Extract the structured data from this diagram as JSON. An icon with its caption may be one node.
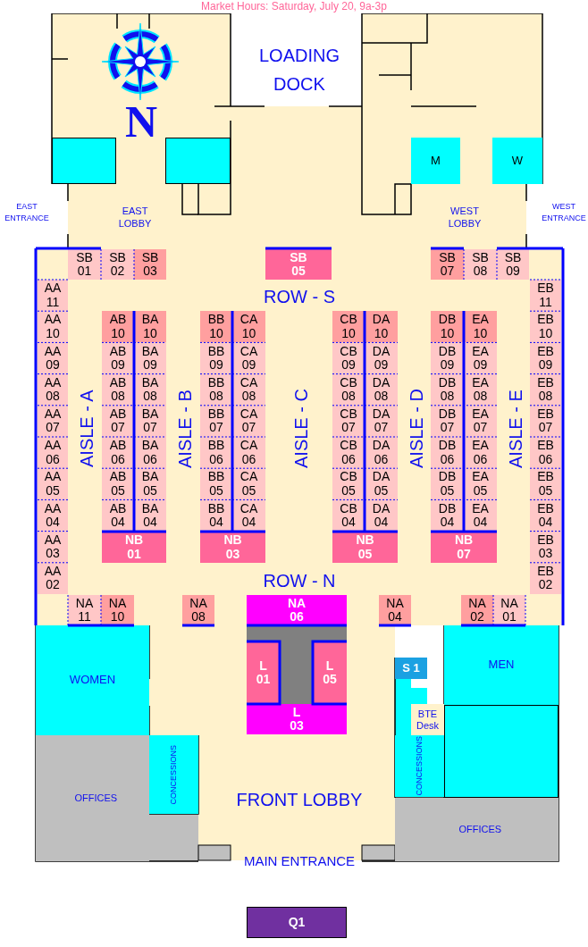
{
  "diagram": {
    "title": "Market Hours: Saturday, July 20, 9a-3p",
    "nodes": [
      {
        "text": [],
        "shape": "box"
      },
      {
        "text": [],
        "shape": "box"
      },
      {
        "text": [
          "M"
        ]
      },
      {
        "text": [
          "W"
        ]
      },
      {
        "text": [
          "SB 01"
        ]
      },
      {
        "text": [
          "SB 02"
        ]
      },
      {
        "text": [
          "SB 03"
        ]
      },
      {
        "text": [
          "SB 05"
        ]
      },
      {
        "text": [
          "SB 07"
        ]
      },
      {
        "text": [
          "SB 08"
        ]
      },
      {
        "text": [
          "SB 09"
        ]
      },
      {
        "text": [
          "AA 11"
        ]
      },
      {
        "text": [
          "EB 11"
        ]
      },
      {
        "text": [
          "AA 10"
        ]
      },
      {
        "text": [
          "AB 10"
        ]
      },
      {
        "text": [
          "BA 10"
        ]
      },
      {
        "text": [
          "BB 10"
        ]
      },
      {
        "text": [
          "CA 10"
        ]
      },
      {
        "text": [
          "CB 10"
        ]
      },
      {
        "text": [
          "DA 10"
        ]
      },
      {
        "text": [
          "DB 10"
        ]
      },
      {
        "text": [
          "EA 10"
        ]
      },
      {
        "text": [
          "EB 10"
        ]
      },
      {
        "text": [
          "AA 09"
        ]
      },
      {
        "text": [
          "AB 09"
        ]
      },
      {
        "text": [
          "BA 09"
        ]
      },
      {
        "text": [
          "BB 09"
        ]
      },
      {
        "text": [
          "CA 09"
        ]
      },
      {
        "text": [
          "CB 09"
        ]
      },
      {
        "text": [
          "DA 09"
        ]
      },
      {
        "text": [
          "DB 09"
        ]
      },
      {
        "text": [
          "EA 09"
        ]
      },
      {
        "text": [
          "EB 09"
        ]
      },
      {
        "text": [
          "AA 08"
        ]
      },
      {
        "text": [
          "AB 08"
        ]
      },
      {
        "text": [
          "BA 08"
        ]
      },
      {
        "text": [
          "BB 08"
        ]
      },
      {
        "text": [
          "CA 08"
        ]
      },
      {
        "text": [
          "CB 08"
        ]
      },
      {
        "text": [
          "DA 08"
        ]
      },
      {
        "text": [
          "DB 08"
        ]
      },
      {
        "text": [
          "EA 08"
        ]
      },
      {
        "text": [
          "EB 08"
        ]
      },
      {
        "text": [
          "AA 07"
        ]
      },
      {
        "text": [
          "AB 07"
        ]
      },
      {
        "text": [
          "BA 07"
        ]
      },
      {
        "text": [
          "BB 07"
        ]
      },
      {
        "text": [
          "CA 07"
        ]
      },
      {
        "text": [
          "CB 07"
        ]
      },
      {
        "text": [
          "DA 07"
        ]
      },
      {
        "text": [
          "DB 07"
        ]
      },
      {
        "text": [
          "EA 07"
        ]
      },
      {
        "text": [
          "EB 07"
        ]
      },
      {
        "text": [
          "AA 06"
        ]
      },
      {
        "text": [
          "AB 06"
        ]
      },
      {
        "text": [
          "BA 06"
        ]
      },
      {
        "text": [
          "BB 06"
        ]
      },
      {
        "text": [
          "CA 06"
        ]
      },
      {
        "text": [
          "CB 06"
        ]
      },
      {
        "text": [
          "DA 06"
        ]
      },
      {
        "text": [
          "DB 06"
        ]
      },
      {
        "text": [
          "EA 06"
        ]
      },
      {
        "text": [
          "EB 06"
        ]
      },
      {
        "text": [
          "AA 05"
        ]
      },
      {
        "text": [
          "AB 05"
        ]
      },
      {
        "text": [
          "BA 05"
        ]
      },
      {
        "text": [
          "BB 05"
        ]
      },
      {
        "text": [
          "CA 05"
        ]
      },
      {
        "text": [
          "CB 05"
        ]
      },
      {
        "text": [
          "DA 05"
        ]
      },
      {
        "text": [
          "DB 05"
        ]
      },
      {
        "text": [
          "EA 05"
        ]
      },
      {
        "text": [
          "EB 05"
        ]
      },
      {
        "text": [
          "AA 04"
        ]
      },
      {
        "text": [
          "AB 04"
        ]
      },
      {
        "text": [
          "BA 04"
        ]
      },
      {
        "text": [
          "BB 04"
        ]
      },
      {
        "text": [
          "CA 04"
        ]
      },
      {
        "text": [
          "CB 04"
        ]
      },
      {
        "text": [
          "DA 04"
        ]
      },
      {
        "text": [
          "DB 04"
        ]
      },
      {
        "text": [
          "EA 04"
        ]
      },
      {
        "text": [
          "EB 04"
        ]
      },
      {
        "text": [
          "AA 03"
        ]
      },
      {
        "text": [
          "NB 01"
        ]
      },
      {
        "text": [
          "NB 03"
        ]
      },
      {
        "text": [
          "NB 05"
        ]
      },
      {
        "text": [
          "NB 07"
        ]
      },
      {
        "text": [
          "EB 03"
        ]
      },
      {
        "text": [
          "AA 02"
        ]
      },
      {
        "text": [
          "EB 02"
        ]
      },
      {
        "text": [
          "NA 11"
        ]
      },
      {
        "text": [
          "NA 10"
        ]
      },
      {
        "text": [
          "NA 08"
        ]
      },
      {
        "text": [
          "NA 06"
        ]
      },
      {
        "text": [
          "NA 04"
        ]
      },
      {
        "text": [
          "NA 02"
        ]
      },
      {
        "text": [
          "NA 01"
        ]
      },
      {
        "text": [
          "WOMEN"
        ]
      },
      {
        "text": [
          "MEN"
        ]
      },
      {
        "text": [
          "S 1"
        ]
      },
      {
        "text": [
          "L 01"
        ]
      },
      {
        "text": [
          "L 05"
        ]
      },
      {
        "text": [
          "L 03"
        ]
      },
      {
        "text": [
          "BTE Desk"
        ]
      },
      {
        "text": [],
        "shape": "box"
      },
      {
        "text": [
          "CONCESSIONS"
        ]
      },
      {
        "text": [
          "CONCESSIONS"
        ]
      },
      {
        "text": [
          "OFFICES"
        ]
      },
      {
        "text": [
          "OFFICES"
        ]
      },
      {
        "text": [
          "Q1"
        ]
      }
    ],
    "labels": [
      "LOADING DOCK",
      "N",
      "EAST ENTRANCE",
      "EAST LOBBY",
      "WEST LOBBY",
      "WEST ENTRANCE",
      "ROW - S",
      "AISLE - A",
      "AISLE - B",
      "AISLE - C",
      "AISLE - D",
      "AISLE - E",
      "ROW - N",
      "FRONT LOBBY",
      "MAIN ENTRANCE"
    ]
  }
}
